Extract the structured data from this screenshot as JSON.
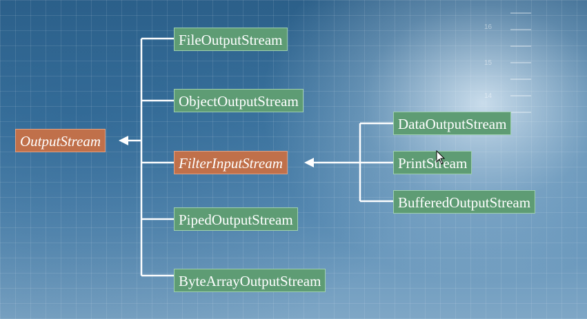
{
  "diagram": {
    "root": {
      "label": "OutputStream"
    },
    "children": [
      {
        "label": "FileOutputStream"
      },
      {
        "label": "ObjectOutputStream"
      },
      {
        "label": "FilterInputStream"
      },
      {
        "label": "PipedOutputStream"
      },
      {
        "label": "ByteArrayOutputStream"
      }
    ],
    "filter_children": [
      {
        "label": "DataOutputStream"
      },
      {
        "label": "PrintStream"
      },
      {
        "label": "BufferedOutputStream"
      }
    ]
  },
  "background_ruler": {
    "labels": [
      "16",
      "15",
      "14"
    ]
  },
  "colors": {
    "node_green": "#5e9c74",
    "node_orange": "#c0704a",
    "line": "#ffffff"
  }
}
